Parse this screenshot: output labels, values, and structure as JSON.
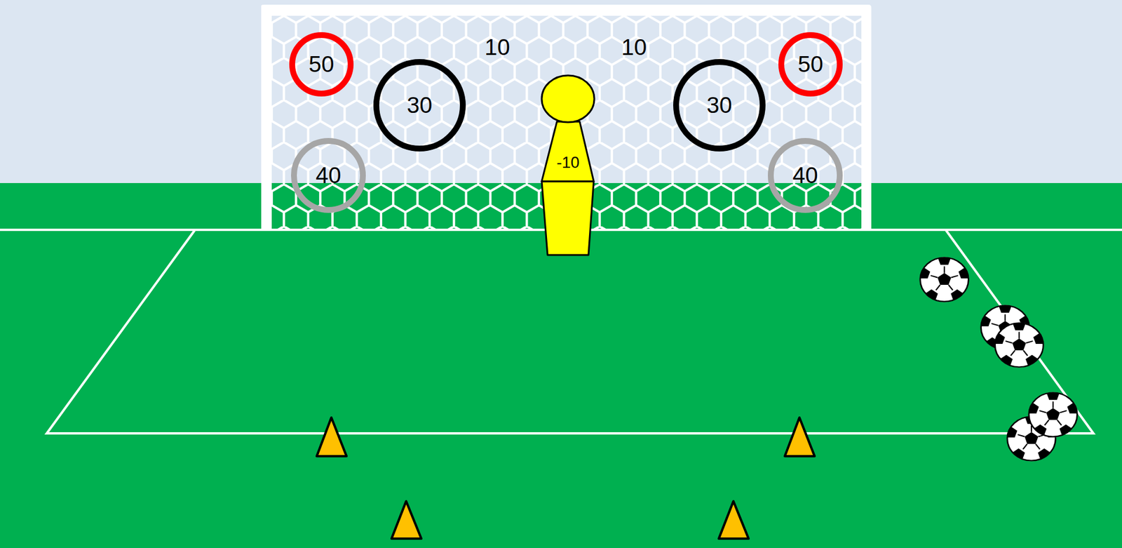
{
  "diagram": {
    "nodes": [
      {
        "text": [
          "50"
        ]
      },
      {
        "text": [
          "30"
        ]
      },
      {
        "text": [
          "-10"
        ]
      },
      {
        "text": [
          "30"
        ]
      },
      {
        "text": [
          "50"
        ]
      },
      {
        "text": [
          "40"
        ]
      },
      {
        "text": [
          "40"
        ]
      }
    ],
    "labels": [
      "10",
      "10"
    ]
  }
}
